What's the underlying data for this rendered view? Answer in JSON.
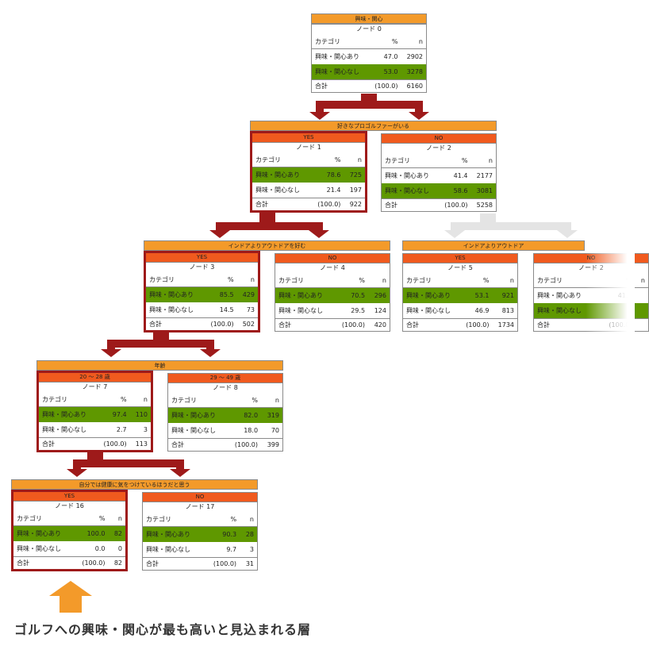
{
  "splits": [
    {
      "id": "s1",
      "label": "好きなプロゴルファーがいる"
    },
    {
      "id": "s3",
      "label": "インドアよりアウトドアを好む"
    },
    {
      "id": "s2",
      "label": "インドアよりアウトドア"
    },
    {
      "id": "s7",
      "label": "年齢"
    },
    {
      "id": "s16",
      "label": "自分では健康に気をつけているほうだと思う"
    }
  ],
  "table_headers": {
    "category": "カテゴリ",
    "pct": "%",
    "n": "n"
  },
  "total_label": "合計",
  "nodes": [
    {
      "id": "n0",
      "header": "興味・関心",
      "title": "ノード 0",
      "rows": [
        [
          "興味・関心あり",
          "47.0",
          "2902"
        ],
        [
          "興味・関心なし",
          "53.0",
          "3278"
        ]
      ],
      "total": [
        "(100.0)",
        "6160"
      ]
    },
    {
      "id": "n1",
      "header": "YES",
      "title": "ノード 1",
      "rows": [
        [
          "興味・関心あり",
          "78.6",
          "725"
        ],
        [
          "興味・関心なし",
          "21.4",
          "197"
        ]
      ],
      "total": [
        "(100.0)",
        "922"
      ]
    },
    {
      "id": "n2",
      "header": "NO",
      "title": "ノード 2",
      "rows": [
        [
          "興味・関心あり",
          "41.4",
          "2177"
        ],
        [
          "興味・関心なし",
          "58.6",
          "3081"
        ]
      ],
      "total": [
        "(100.0)",
        "5258"
      ]
    },
    {
      "id": "n3",
      "header": "YES",
      "title": "ノード 3",
      "rows": [
        [
          "興味・関心あり",
          "85.5",
          "429"
        ],
        [
          "興味・関心なし",
          "14.5",
          "73"
        ]
      ],
      "total": [
        "(100.0)",
        "502"
      ]
    },
    {
      "id": "n4",
      "header": "NO",
      "title": "ノード 4",
      "rows": [
        [
          "興味・関心あり",
          "70.5",
          "296"
        ],
        [
          "興味・関心なし",
          "29.5",
          "124"
        ]
      ],
      "total": [
        "(100.0)",
        "420"
      ]
    },
    {
      "id": "n5",
      "header": "YES",
      "title": "ノード 5",
      "rows": [
        [
          "興味・関心あり",
          "53.1",
          "921"
        ],
        [
          "興味・関心なし",
          "46.9",
          "813"
        ]
      ],
      "total": [
        "(100.0)",
        "1734"
      ]
    },
    {
      "id": "n6",
      "header": "NO",
      "title": "ノード 2",
      "rows": [
        [
          "興味・関心あり",
          "41.4",
          ""
        ],
        [
          "興味・関心なし",
          "",
          ""
        ]
      ],
      "total": [
        "(100.0)",
        ""
      ]
    },
    {
      "id": "n7",
      "header": "20 ～ 28 歳",
      "title": "ノード 7",
      "rows": [
        [
          "興味・関心あり",
          "97.4",
          "110"
        ],
        [
          "興味・関心なし",
          "2.7",
          "3"
        ]
      ],
      "total": [
        "(100.0)",
        "113"
      ]
    },
    {
      "id": "n8",
      "header": "29 ～ 49 歳",
      "title": "ノード 8",
      "rows": [
        [
          "興味・関心あり",
          "82.0",
          "319"
        ],
        [
          "興味・関心なし",
          "18.0",
          "70"
        ]
      ],
      "total": [
        "(100.0)",
        "399"
      ]
    },
    {
      "id": "n16",
      "header": "YES",
      "title": "ノード 16",
      "rows": [
        [
          "興味・関心あり",
          "100.0",
          "82"
        ],
        [
          "興味・関心なし",
          "0.0",
          "0"
        ]
      ],
      "total": [
        "(100.0)",
        "82"
      ]
    },
    {
      "id": "n17",
      "header": "NO",
      "title": "ノード 17",
      "rows": [
        [
          "興味・関心あり",
          "90.3",
          "28"
        ],
        [
          "興味・関心なし",
          "9.7",
          "3"
        ]
      ],
      "total": [
        "(100.0)",
        "31"
      ]
    }
  ],
  "caption": "ゴルフへの興味・関心が最も高いと見込まれる層",
  "colors": {
    "split": "#f39a2a",
    "header": "#f05a1e",
    "green": "#5f9800",
    "highlight": "#9e1a1a",
    "connector": "#9e1a1a",
    "connector_faded": "#e4e4e4",
    "arrow": "#f39a2a"
  }
}
